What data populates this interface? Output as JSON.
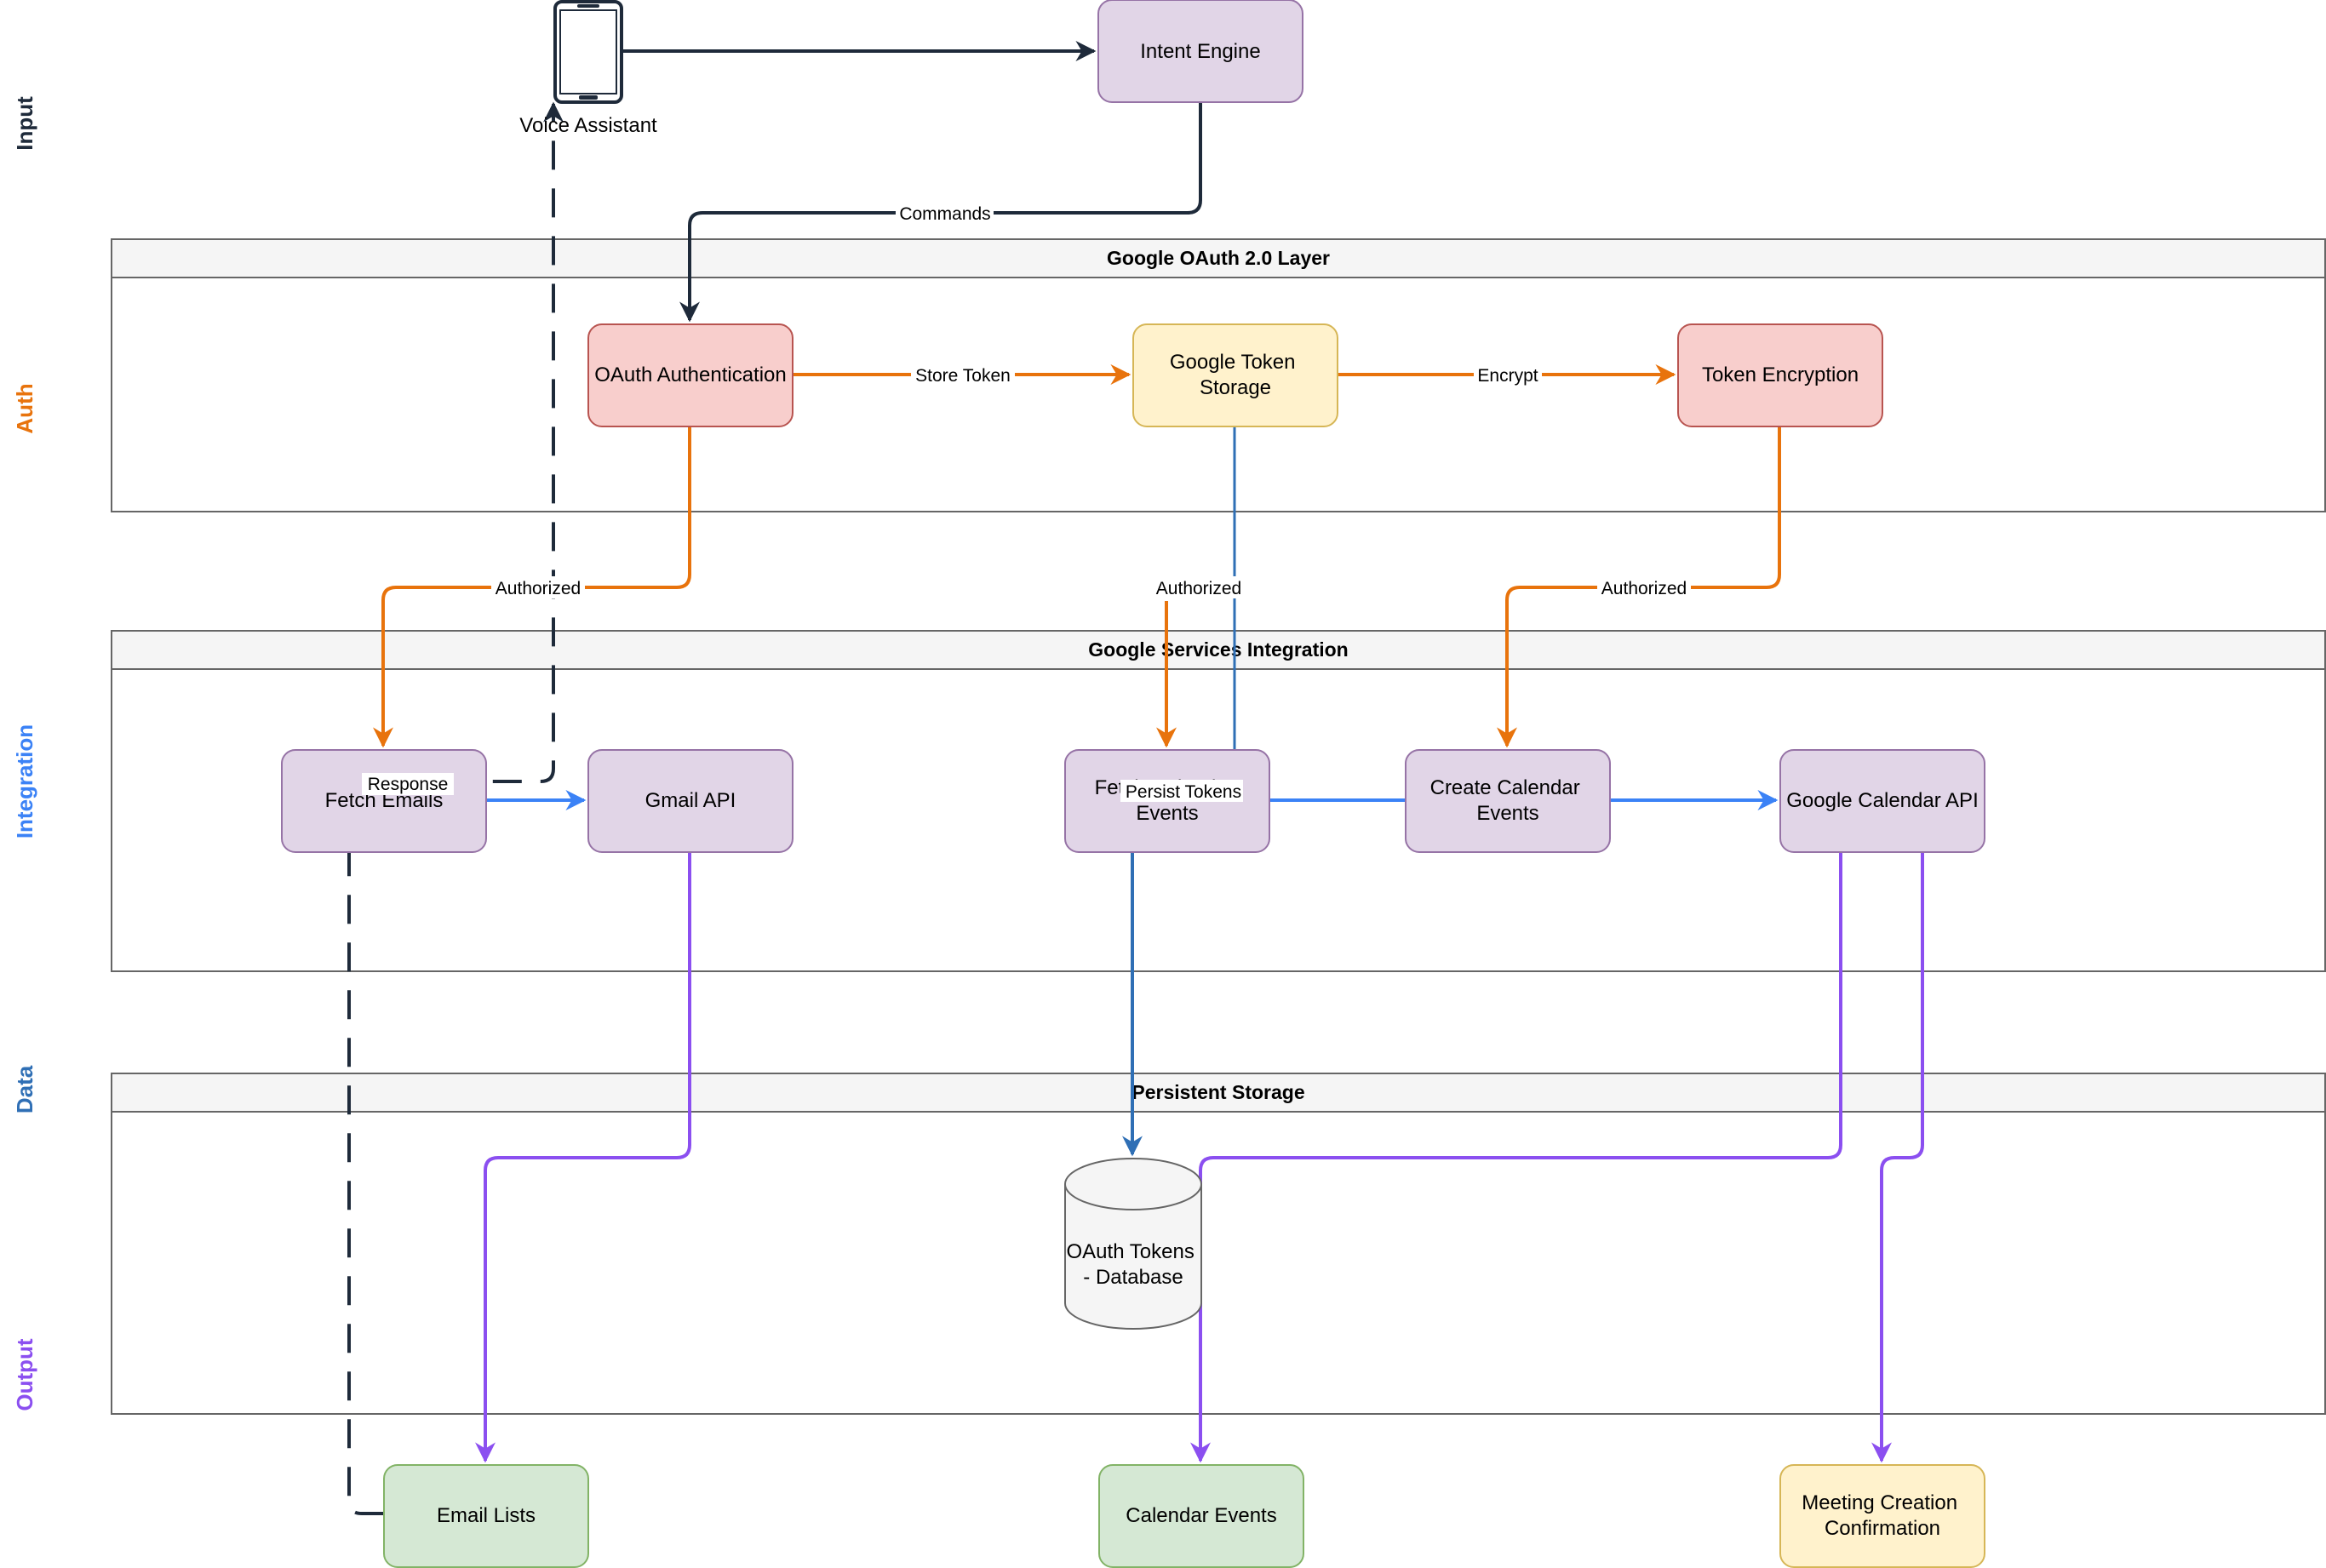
{
  "colors": {
    "input": "#1e2a3a",
    "auth": "#e8730c",
    "integration": "#3b82f6",
    "data": "#2f6fb5",
    "output": "#8b4ff0",
    "purple_fill": "#e1d5e7",
    "purple_stroke": "#9673a6",
    "red_fill": "#f8cecc",
    "red_stroke": "#b85450",
    "yellow_fill": "#fff2cc",
    "yellow_stroke": "#d6b656",
    "green_fill": "#d5e8d4",
    "green_stroke": "#82b366",
    "db_fill": "#f5f5f5",
    "db_stroke": "#666666"
  },
  "side_labels": {
    "input": "Input",
    "auth": "Auth",
    "integration": "Integration",
    "data": "Data",
    "output": "Output"
  },
  "lanes": {
    "oauth": "Google OAuth 2.0 Layer",
    "services": "Google Services Integration",
    "storage": "Persistent Storage"
  },
  "nodes": {
    "voice_assistant": "Voice Assistant",
    "intent_engine": "Intent Engine",
    "oauth_auth": "OAuth Authentication",
    "token_storage": [
      "Google Token",
      "Storage"
    ],
    "token_encryption": "Token Encryption",
    "fetch_emails": "Fetch Emails",
    "gmail_api": "Gmail API",
    "fetch_calendar": [
      "Fetch Calendar",
      "Events"
    ],
    "create_calendar": [
      "Create Calendar",
      "Events"
    ],
    "calendar_api": "Google Calendar API",
    "oauth_db": [
      "OAuth Tokens",
      "- Database"
    ],
    "email_lists": "Email Lists",
    "calendar_events": "Calendar Events",
    "meeting_confirmation": [
      "Meeting Creation",
      "Confirmation"
    ]
  },
  "edges": {
    "commands": "Commands",
    "store_token": "Store Token",
    "encrypt": "Encrypt",
    "authorized_1": "Authorized",
    "authorized_2": "Authorized",
    "authorized_3": "Authorized",
    "response": "Response",
    "persist_tokens": "Persist Tokens"
  }
}
